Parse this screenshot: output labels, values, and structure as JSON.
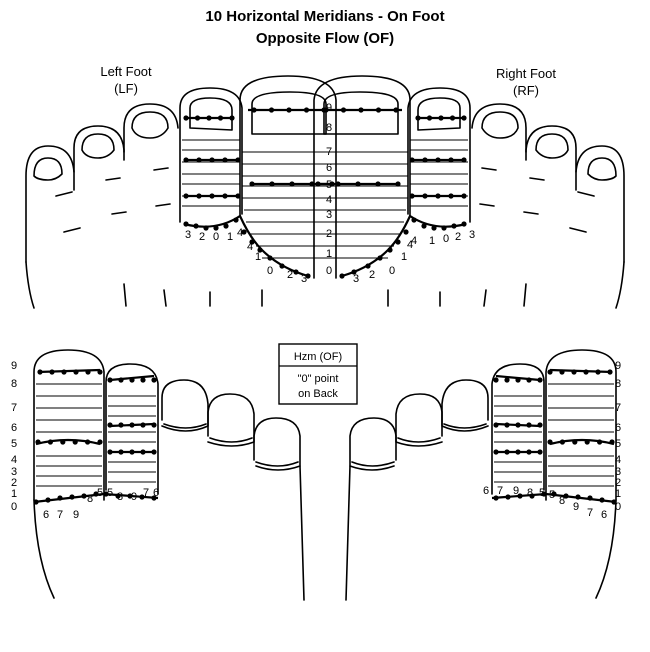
{
  "title": {
    "line1": "10 Horizontal Meridians - On Foot",
    "line2": "Opposite Flow (OF)"
  },
  "feet": {
    "left": {
      "name": "Left Foot",
      "abbr": "(LF)"
    },
    "right": {
      "name": "Right Foot",
      "abbr": "(RF)"
    }
  },
  "legend": {
    "line1": "Hzm (OF)",
    "line2": "\"0\" point",
    "line3": "on Back"
  },
  "meridian_levels": [
    "0",
    "1",
    "2",
    "3",
    "4",
    "5",
    "6",
    "7",
    "8",
    "9"
  ],
  "top_left_toe_labels": [
    "3",
    "2",
    "0",
    "1",
    "4"
  ],
  "top_left_bigtoe_labels": [
    "4",
    "1",
    "0",
    "2",
    "3"
  ],
  "top_right_bigtoe_labels": [
    "3",
    "2",
    "0",
    "1",
    "4"
  ],
  "top_right_toe_labels": [
    "4",
    "1",
    "0",
    "2",
    "3"
  ],
  "bottom_left_labels": [
    "6",
    "7",
    "9",
    "8",
    "5",
    "5",
    "8",
    "9",
    "7",
    "6"
  ],
  "bottom_right_labels": [
    "6",
    "7",
    "9",
    "8",
    "5",
    "5",
    "8",
    "9",
    "7",
    "6"
  ]
}
